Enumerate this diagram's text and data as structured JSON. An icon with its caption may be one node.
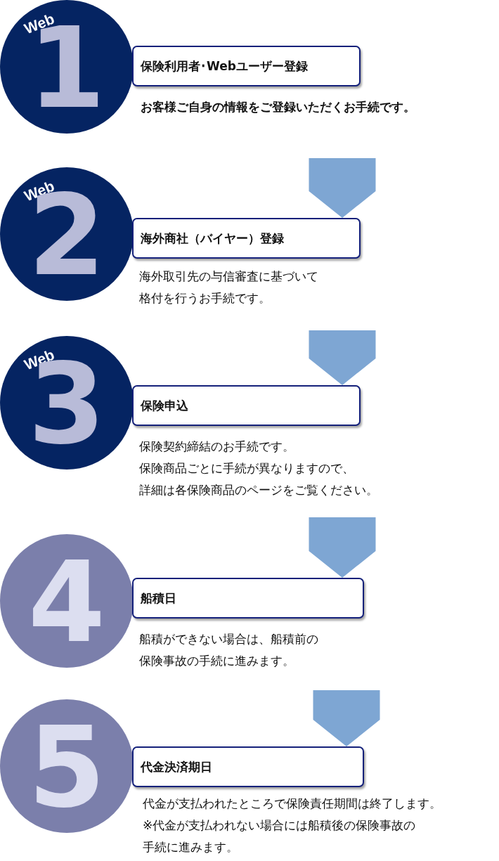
{
  "diagram": {
    "nodes": [
      {
        "text": [
          "Web",
          "1"
        ]
      },
      {
        "text": [
          "保険利用者･Webユーザー登録"
        ]
      },
      {
        "text": [
          "お客様ご自身の情報をご登録いただくお手続です。"
        ]
      },
      {
        "text": [
          "Web",
          "2"
        ]
      },
      {
        "text": [
          "海外商社（バイヤー）登録"
        ]
      },
      {
        "text": [
          "海外取引先の与信審査に基づいて",
          "格付を行うお手続です。"
        ]
      },
      {
        "text": [
          "Web",
          "3"
        ]
      },
      {
        "text": [
          "保険申込"
        ]
      },
      {
        "text": [
          "保険契約締結のお手続です。",
          "保険商品ごとに手続が異なりますので、",
          "詳細は各保険商品のページをご覧ください。"
        ]
      },
      {
        "text": [
          "4"
        ]
      },
      {
        "text": [
          "船積日"
        ]
      },
      {
        "text": [
          "船積ができない場合は、船積前の",
          "保険事故の手続に進みます。"
        ]
      },
      {
        "text": [
          "5"
        ]
      },
      {
        "text": [
          "代金決済期日"
        ]
      },
      {
        "text": [
          "代金が支払われたところで保険責任期間は終了します。",
          "※代金が支払われない場合には船積後の保険事故の",
          "手続に進みます。"
        ]
      }
    ],
    "edges": [
      {
        "from": null,
        "to": 4,
        "arrow": "to"
      },
      {
        "from": null,
        "to": 7,
        "arrow": "to"
      },
      {
        "from": null,
        "to": 10,
        "arrow": "to"
      },
      {
        "from": null,
        "to": 13,
        "arrow": "to"
      }
    ]
  }
}
